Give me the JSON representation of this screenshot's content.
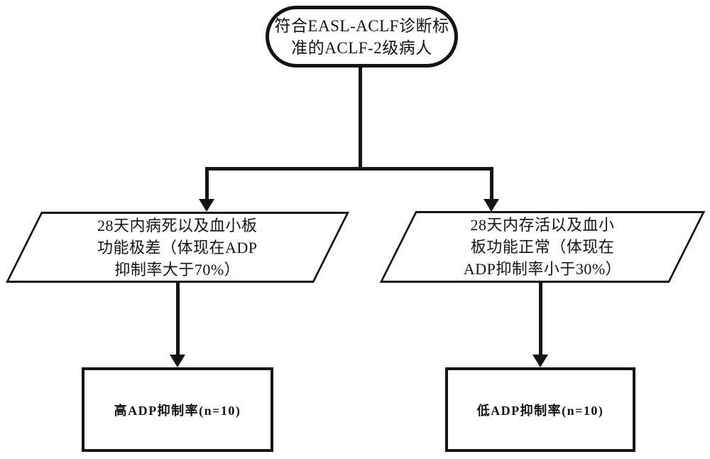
{
  "flowchart": {
    "background_color": "#ffffff",
    "line_color": "#141414",
    "start_node": {
      "lines": [
        "符合EASL-ACLF诊断标",
        "准的ACLF-2级病人"
      ]
    },
    "branch_left": {
      "lines": [
        "28天内病死以及血小板",
        "功能极差（体现在ADP",
        "抑制率大于70%）"
      ]
    },
    "branch_right": {
      "lines": [
        "28天内存活以及血小",
        "板功能正常（体现在",
        "ADP抑制率小于30%）"
      ]
    },
    "result_left": {
      "label": "高ADP抑制率(n=10)"
    },
    "result_right": {
      "label": "低ADP抑制率(n=10)"
    }
  }
}
